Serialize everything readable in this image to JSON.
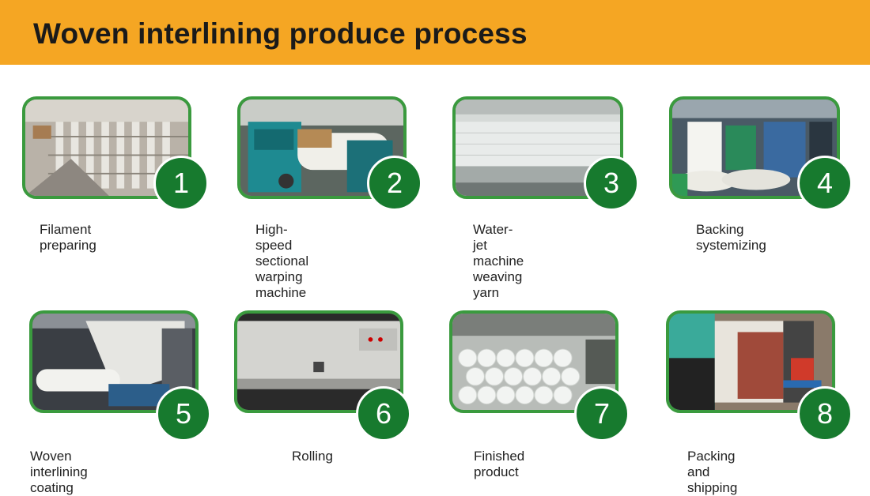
{
  "header": {
    "title": "Woven interlining produce process",
    "background_color": "#f5a623"
  },
  "accent_color": "#177a2e",
  "frame_color": "#3a9a3e",
  "steps": [
    {
      "number": "1",
      "caption": "Filament preparing",
      "photo_icon": "filament-rack-photo"
    },
    {
      "number": "2",
      "caption": "High-speed sectional\nwarping machine",
      "photo_icon": "warping-machine-photo"
    },
    {
      "number": "3",
      "caption": "Water-jet machine\nweaving yarn",
      "photo_icon": "water-jet-loom-photo"
    },
    {
      "number": "4",
      "caption": "Backing systemizing",
      "photo_icon": "backing-machine-photo"
    },
    {
      "number": "5",
      "caption": "Woven interlining coating",
      "photo_icon": "coating-machine-photo"
    },
    {
      "number": "6",
      "caption": "Rolling",
      "photo_icon": "rolling-machine-photo"
    },
    {
      "number": "7",
      "caption": "Finished product",
      "photo_icon": "fabric-rolls-photo"
    },
    {
      "number": "8",
      "caption": "Packing and shipping",
      "photo_icon": "forklift-container-photo"
    }
  ]
}
